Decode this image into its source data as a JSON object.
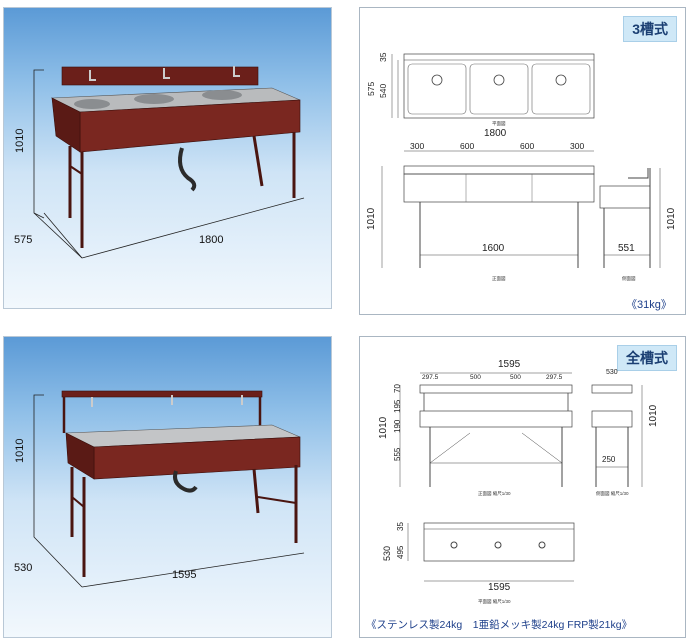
{
  "top": {
    "photo": {
      "height": "1010",
      "depth": "575",
      "width": "1800"
    },
    "drawing": {
      "tag": "3槽式",
      "plan": {
        "d_top": "35",
        "d_total": "575",
        "d_inner": "540",
        "caption": "平面図"
      },
      "front": {
        "width_total": "1800",
        "segments": [
          "300",
          "600",
          "600",
          "300"
        ],
        "height": "1010",
        "leg_span": "1600",
        "caption": "正面図"
      },
      "side": {
        "height": "1010",
        "depth": "551",
        "caption": "側面図"
      },
      "weight": "《31kg》"
    }
  },
  "bottom": {
    "photo": {
      "height": "1010",
      "depth": "530",
      "width": "1595"
    },
    "drawing": {
      "tag": "全槽式",
      "front": {
        "width_total": "1595",
        "segments": [
          "297.5",
          "500",
          "500",
          "297.5"
        ],
        "height": "1010",
        "v_parts": [
          "70",
          "195",
          "190",
          "555"
        ],
        "caption": "正面図 縮尺1/30"
      },
      "side": {
        "top": "530",
        "height": "1010",
        "inner": "250",
        "caption": "側面図 縮尺1/30"
      },
      "plan": {
        "d_top": "35",
        "d_total": "530",
        "d_inner": "495",
        "width": "1595",
        "caption": "平面図 縮尺1/30"
      },
      "weight": "《ステンレス製24kg　1亜鉛メッキ製24kg FRP製21kg》"
    }
  }
}
